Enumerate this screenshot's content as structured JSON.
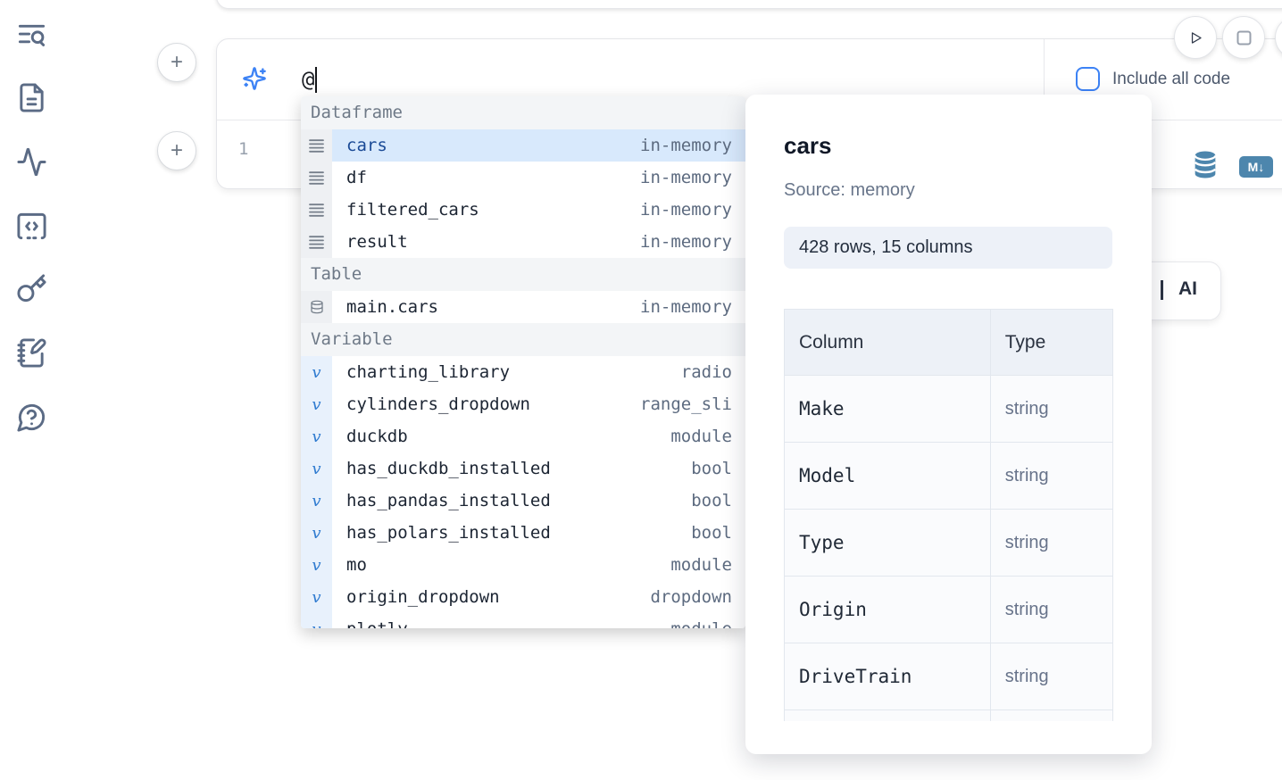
{
  "sidebar": {
    "icons": [
      {
        "icon": "list-search-icon"
      },
      {
        "icon": "file-text-icon"
      },
      {
        "icon": "activity-icon"
      },
      {
        "icon": "code-snippets-icon"
      },
      {
        "icon": "key-icon"
      },
      {
        "icon": "notebook-pen-icon"
      },
      {
        "icon": "help-chat-icon"
      }
    ]
  },
  "cell": {
    "add_cell_label": "+",
    "prompt_value": "@",
    "include_all_code_label": "Include all code",
    "line_number": "1",
    "markdown_badge": "M↓"
  },
  "autocomplete": {
    "selected_item": "cars",
    "sections": [
      {
        "label": "Dataframe",
        "items": [
          {
            "name": "cars",
            "type": "in-memory"
          },
          {
            "name": "df",
            "type": "in-memory"
          },
          {
            "name": "filtered_cars",
            "type": "in-memory"
          },
          {
            "name": "result",
            "type": "in-memory"
          }
        ]
      },
      {
        "label": "Table",
        "items": [
          {
            "name": "main.cars",
            "type": "in-memory"
          }
        ]
      },
      {
        "label": "Variable",
        "items": [
          {
            "name": "charting_library",
            "type": "radio"
          },
          {
            "name": "cylinders_dropdown",
            "type": "range_sli"
          },
          {
            "name": "duckdb",
            "type": "module"
          },
          {
            "name": "has_duckdb_installed",
            "type": "bool"
          },
          {
            "name": "has_pandas_installed",
            "type": "bool"
          },
          {
            "name": "has_polars_installed",
            "type": "bool"
          },
          {
            "name": "mo",
            "type": "module"
          },
          {
            "name": "origin_dropdown",
            "type": "dropdown"
          },
          {
            "name": "plotly",
            "type": "module"
          }
        ]
      }
    ]
  },
  "preview_panel": {
    "title": "cars",
    "source": "Source: memory",
    "summary": "428 rows, 15 columns",
    "table": {
      "headers": [
        "Column",
        "Type"
      ],
      "rows": [
        [
          "Make",
          "string"
        ],
        [
          "Model",
          "string"
        ],
        [
          "Type",
          "string"
        ],
        [
          "Origin",
          "string"
        ],
        [
          "DriveTrain",
          "string"
        ]
      ]
    }
  },
  "ai_button": {
    "label": "AI"
  },
  "colors": {
    "accent_blue": "#3c82f5",
    "steel_blue_icon": "#4d86ad",
    "selected_row_bg": "#d8e9fc",
    "selected_row_text": "#1a4a96",
    "sidebar_icon": "#5b6b85"
  }
}
